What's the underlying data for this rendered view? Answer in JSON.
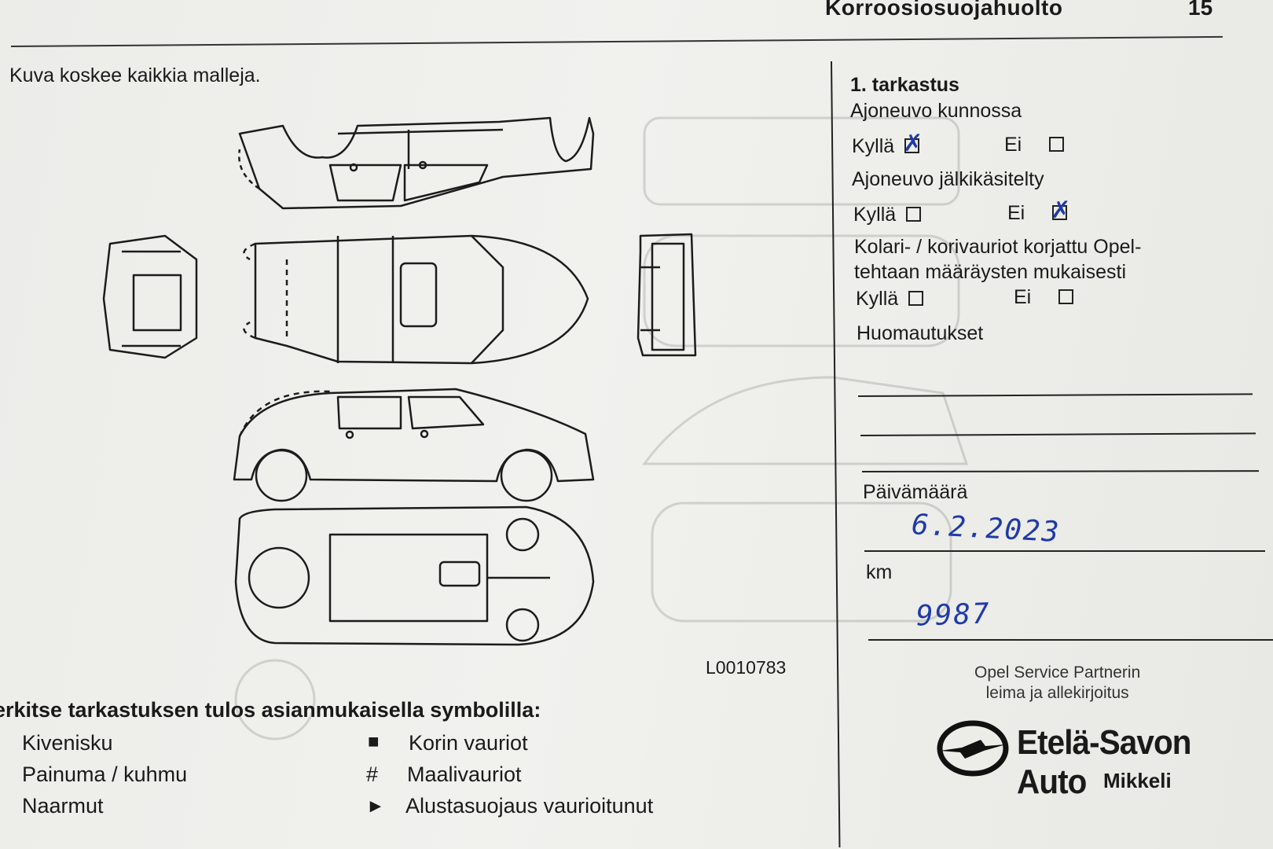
{
  "header": {
    "title": "Korroosiosuojahuolto",
    "page": "15"
  },
  "intro": "Kuva koskee kaikkia malleja.",
  "figure_code": "L0010783",
  "inspection": {
    "heading": "1. tarkastus",
    "q1": "Ajoneuvo kunnossa",
    "q2": "Ajoneuvo jälkikäsitelty",
    "q3_line1": "Kolari- / korivauriot korjattu Opel-",
    "q3_line2": "tehtaan määräysten mukaisesti",
    "yes": "Kyllä",
    "no": "Ei",
    "remarks": "Huomautukset",
    "date_label": "Päivämäärä",
    "date_value": "6.2.2023",
    "km_label": "km",
    "km_value": "9987"
  },
  "legend": {
    "title": "erkitse tarkastuksen tulos asianmukaisella symbolilla:",
    "items_left": [
      "Kivenisku",
      "Painuma / kuhmu",
      "Naarmut"
    ],
    "items_right": [
      "Korin vauriot",
      "Maalivauriot",
      "Alustasuojaus vaurioitunut"
    ],
    "symbols": [
      "■",
      "#",
      "►"
    ]
  },
  "partner": {
    "line1": "Opel Service Partnerin",
    "line2": "leima ja allekirjoitus"
  },
  "stamp": {
    "name": "Etelä-Savon Auto",
    "city": "Mikkeli"
  },
  "colors": {
    "ink": "#1a1a1a",
    "pen": "#1f3aa8",
    "paper": "#eeeeea"
  },
  "icons": {
    "checked_yes_q1": "x-mark",
    "checked_no_q2": "x-mark",
    "logo": "opel-blitz-logo"
  }
}
